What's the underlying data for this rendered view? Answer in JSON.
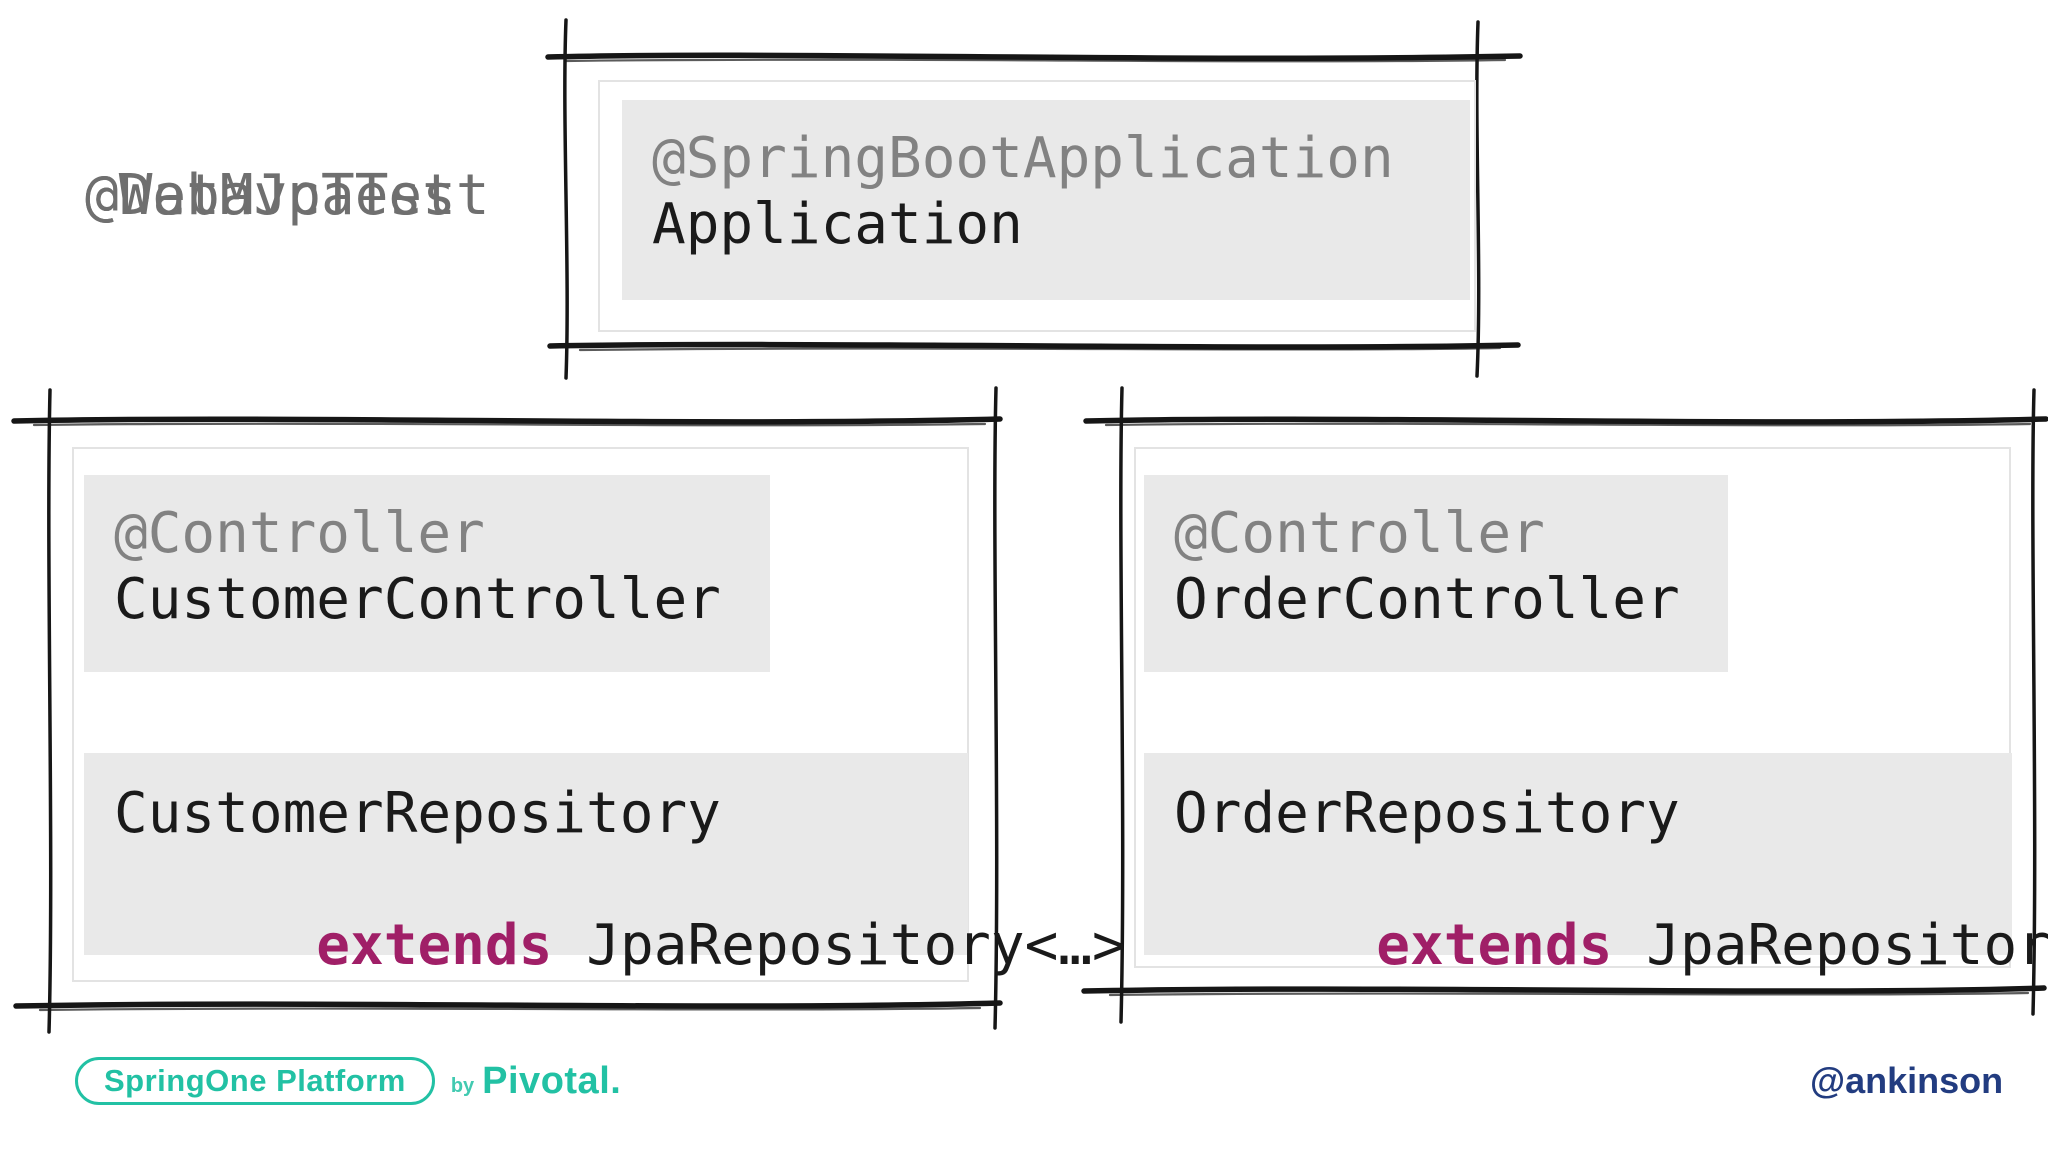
{
  "colors": {
    "background": "#ffffff",
    "chip-bg": "#e9e9e9",
    "annotation-gray": "#828282",
    "code-black": "#1a1a1a",
    "overlay-gray": "#6f6f6f",
    "keyword-magenta": "#a01f67",
    "sketch-ink": "#161616",
    "inner-border": "#e3e3e3",
    "teal": "#22c1a4",
    "navy": "#223c80"
  },
  "overlay_title": {
    "layer_back": "@DataJpaTest",
    "layer_front": "@WebMvcTest"
  },
  "application_box": {
    "annotation": "@SpringBootApplication",
    "class_name": "Application"
  },
  "customer_box": {
    "controller": {
      "annotation": "@Controller",
      "class_name": "CustomerController"
    },
    "repository": {
      "class_name": "CustomerRepository",
      "keyword": "extends",
      "signature": "JpaRepository<…>"
    }
  },
  "order_box": {
    "controller": {
      "annotation": "@Controller",
      "class_name": "OrderController"
    },
    "repository": {
      "class_name": "OrderRepository",
      "keyword": "extends",
      "signature": "JpaRepository<…>"
    }
  },
  "footer": {
    "logo": "SpringOne Platform",
    "by": "by",
    "brand": "Pivotal.",
    "handle": "@ankinson"
  }
}
